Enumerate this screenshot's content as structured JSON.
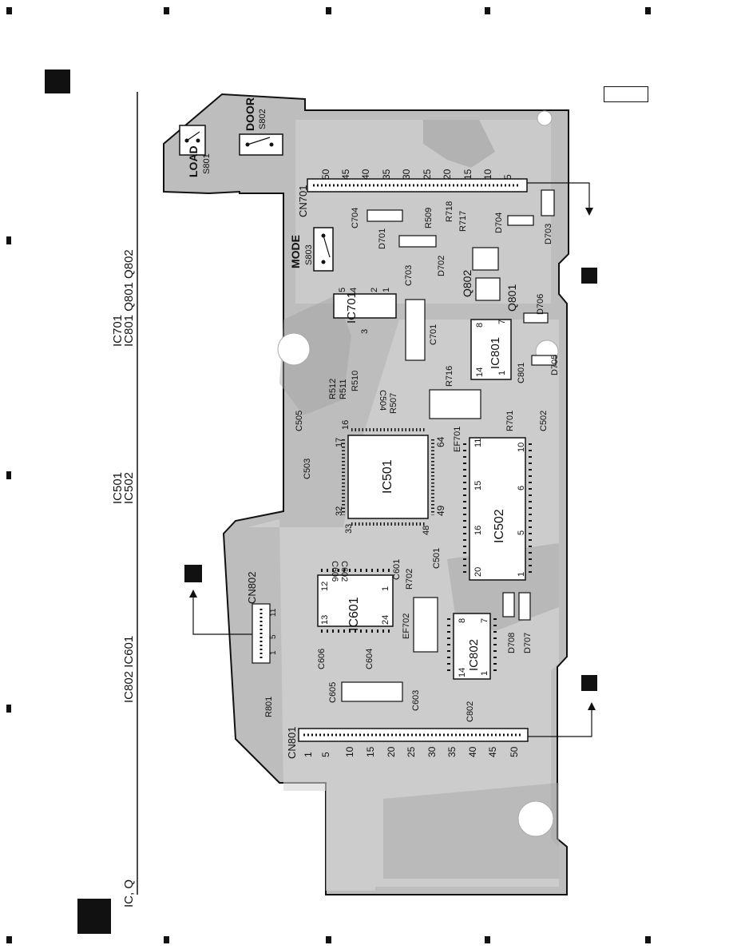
{
  "page": {
    "background": "#ffffff"
  },
  "colors": {
    "board_fill": "#b9b9b9",
    "trace": "#e6e6e6",
    "ink": "#111111",
    "hole": "#ffffff"
  },
  "side_labels": {
    "ic_q": "IC, Q",
    "ic802_ic601": "IC802 IC601",
    "ic501_ic502_a": "IC501",
    "ic501_ic502_b": "IC502",
    "ic701_a": "IC701",
    "ic701_b": "IC801 Q801 Q802"
  },
  "switches": {
    "load": "LOAD",
    "s801": "S801",
    "door": "DOOR",
    "s802": "S802",
    "mode": "MODE",
    "s803": "S803"
  },
  "connectors": {
    "cn701": "CN701",
    "cn701_pins": [
      "50",
      "45",
      "40",
      "35",
      "30",
      "25",
      "20",
      "15",
      "10",
      "5"
    ],
    "cn801": "CN801",
    "cn801_pins": [
      "1",
      "5",
      "10",
      "15",
      "20",
      "25",
      "30",
      "35",
      "40",
      "45",
      "50"
    ],
    "cn802": "CN802",
    "cn802_pins": [
      "11",
      "5",
      "1"
    ]
  },
  "ics": {
    "ic701": {
      "name": "IC701",
      "pins": [
        "5",
        "4",
        "2",
        "1",
        "3"
      ]
    },
    "ic801": {
      "name": "IC801",
      "pins": [
        "8",
        "7",
        "14",
        "1"
      ]
    },
    "ic501": {
      "name": "IC501",
      "pins": [
        "16",
        "17",
        "32",
        "33",
        "48",
        "49",
        "64"
      ]
    },
    "ic502": {
      "name": "IC502",
      "pins": [
        "11",
        "10",
        "15",
        "6",
        "16",
        "5",
        "20",
        "1"
      ]
    },
    "ic601": {
      "name": "IC601",
      "pins": [
        "12",
        "1",
        "13",
        "24"
      ]
    },
    "ic802": {
      "name": "IC802",
      "pins": [
        "8",
        "7",
        "14",
        "1"
      ]
    }
  },
  "parts": {
    "c704": "C704",
    "d701": "D701",
    "r509": "R509",
    "r718": "R718",
    "r717": "R717",
    "d702": "D702",
    "d704": "D704",
    "d703": "D703",
    "c703": "C703",
    "q802": "Q802",
    "q801": "Q801",
    "d706": "D706",
    "c701": "C701",
    "r716": "R716",
    "c801": "C801",
    "d705": "D705",
    "r512": "R512",
    "r511": "R511",
    "r510": "R510",
    "c504": "C504",
    "r507": "R507",
    "c505": "C505",
    "ef701": "EF701",
    "r701": "R701",
    "c502": "C502",
    "c503": "C503",
    "c501": "C501",
    "c606": "C606",
    "c602": "C602",
    "c601": "C601",
    "r702": "R702",
    "ef702": "EF702",
    "c606b": "C606",
    "c604": "C604",
    "c605": "C605",
    "c603": "C603",
    "c802": "C802",
    "d708": "D708",
    "d707": "D707",
    "r801": "R801"
  }
}
